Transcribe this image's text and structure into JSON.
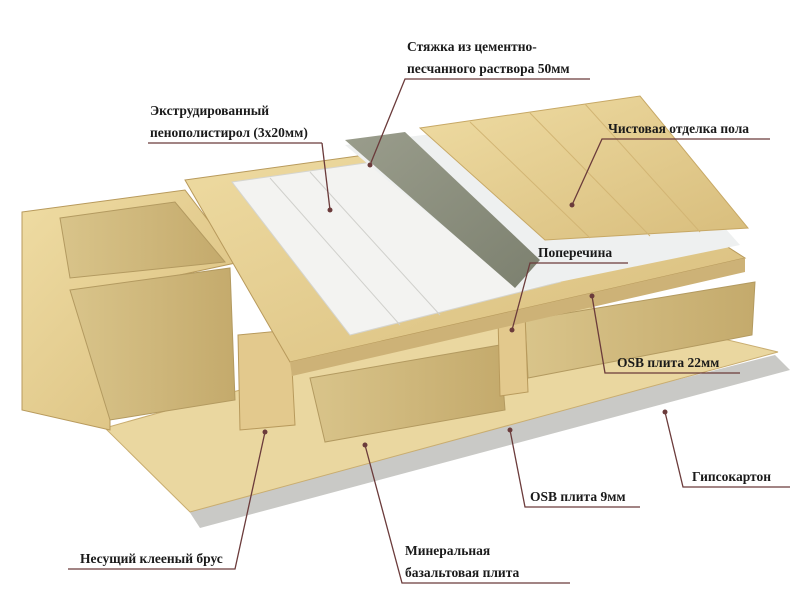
{
  "title": "Конструкция перекрытия",
  "labels": {
    "screed": [
      "Стяжка из цементно-",
      "песчанного раствора 50мм"
    ],
    "eps": [
      "Экструдированный",
      "пенополистирол (3х20мм)"
    ],
    "finish": "Чистовая отделка пола",
    "crossbar": "Поперечина",
    "osb22": "OSB плита 22мм",
    "gypsum": "Гипсокартон",
    "osb9": "OSB плита 9мм",
    "beam": "Несущий клееный брус",
    "mineral": [
      "Минеральная",
      "базальтовая плита"
    ]
  },
  "colors": {
    "wood": "#e6cf92",
    "wood_dark": "#c9a966",
    "insulation": "#d8c48a",
    "eps": "#f2f2f0",
    "concrete": "#8e9282",
    "gypsum": "#c9c9c6",
    "leader": "#6b3b3b"
  }
}
